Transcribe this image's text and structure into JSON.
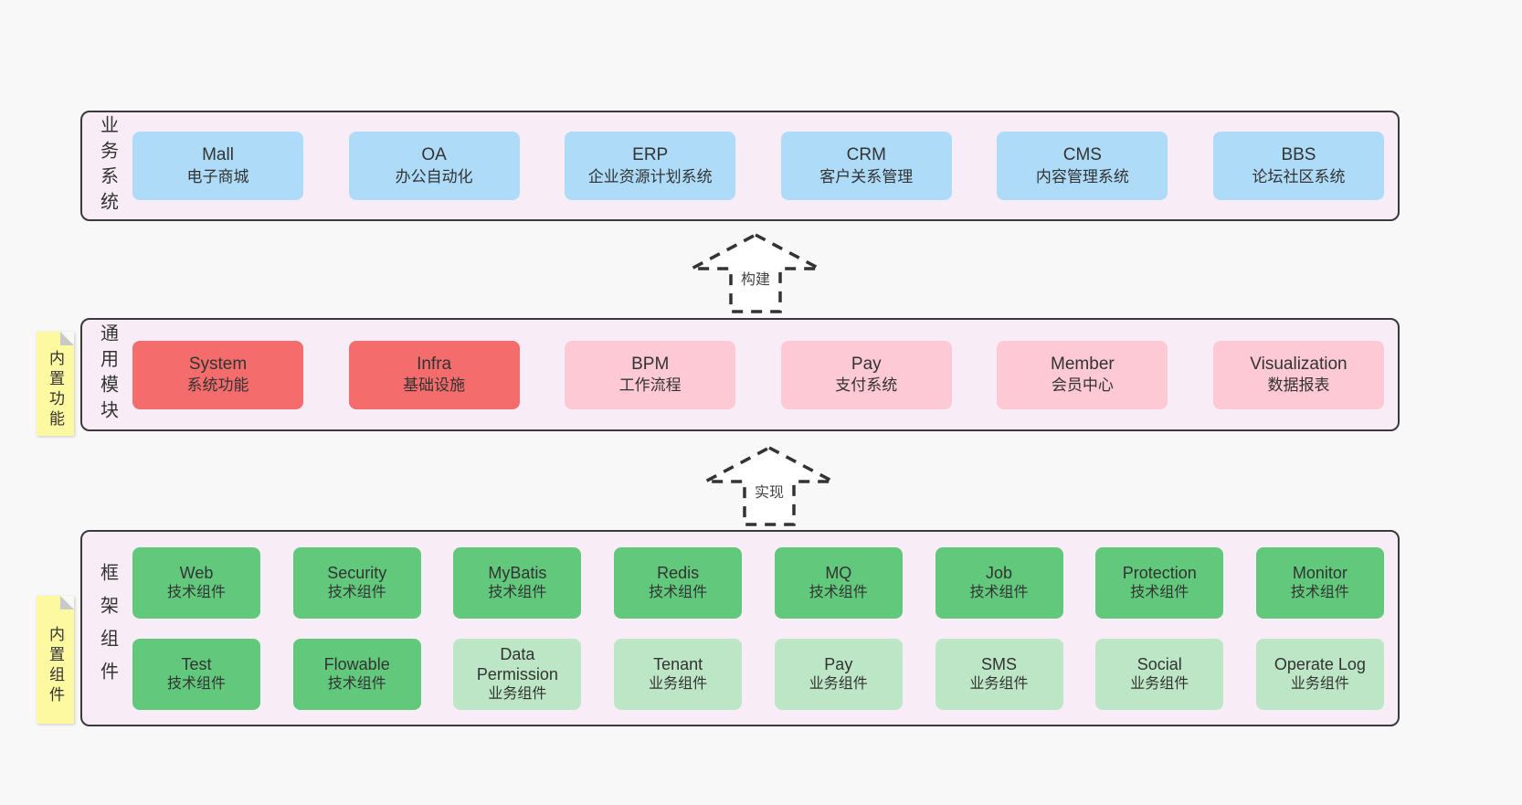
{
  "colors": {
    "page_background": "#f8f8f8",
    "panel_background": "#f8edf6",
    "panel_border": "#3a3a3a",
    "box_blue": "#aedbf7",
    "box_red": "#f56c6c",
    "box_pink": "#fcc9d4",
    "box_green": "#61c87c",
    "box_light_green": "#bce6c5",
    "note_yellow": "#fcf9a0"
  },
  "arrows": [
    {
      "label": "构建"
    },
    {
      "label": "实现"
    }
  ],
  "notes": [
    {
      "label": "内置功能"
    },
    {
      "label": "内置组件"
    }
  ],
  "layers": [
    {
      "label": "业务系统",
      "boxes": [
        {
          "title": "Mall",
          "subtitle": "电子商城",
          "variant": "blue"
        },
        {
          "title": "OA",
          "subtitle": "办公自动化",
          "variant": "blue"
        },
        {
          "title": "ERP",
          "subtitle": "企业资源计划系统",
          "variant": "blue"
        },
        {
          "title": "CRM",
          "subtitle": "客户关系管理",
          "variant": "blue"
        },
        {
          "title": "CMS",
          "subtitle": "内容管理系统",
          "variant": "blue"
        },
        {
          "title": "BBS",
          "subtitle": "论坛社区系统",
          "variant": "blue"
        }
      ]
    },
    {
      "label": "通用模块",
      "boxes": [
        {
          "title": "System",
          "subtitle": "系统功能",
          "variant": "red"
        },
        {
          "title": "Infra",
          "subtitle": "基础设施",
          "variant": "red"
        },
        {
          "title": "BPM",
          "subtitle": "工作流程",
          "variant": "pink"
        },
        {
          "title": "Pay",
          "subtitle": "支付系统",
          "variant": "pink"
        },
        {
          "title": "Member",
          "subtitle": "会员中心",
          "variant": "pink"
        },
        {
          "title": "Visualization",
          "subtitle": "数据报表",
          "variant": "pink"
        }
      ]
    },
    {
      "label": "框架组件",
      "boxes": [
        {
          "title": "Web",
          "subtitle": "技术组件",
          "variant": "green"
        },
        {
          "title": "Security",
          "subtitle": "技术组件",
          "variant": "green"
        },
        {
          "title": "MyBatis",
          "subtitle": "技术组件",
          "variant": "green"
        },
        {
          "title": "Redis",
          "subtitle": "技术组件",
          "variant": "green"
        },
        {
          "title": "MQ",
          "subtitle": "技术组件",
          "variant": "green"
        },
        {
          "title": "Job",
          "subtitle": "技术组件",
          "variant": "green"
        },
        {
          "title": "Protection",
          "subtitle": "技术组件",
          "variant": "green"
        },
        {
          "title": "Monitor",
          "subtitle": "技术组件",
          "variant": "green"
        },
        {
          "title": "Test",
          "subtitle": "技术组件",
          "variant": "green"
        },
        {
          "title": "Flowable",
          "subtitle": "技术组件",
          "variant": "green"
        },
        {
          "title": "Data Permission",
          "subtitle": "业务组件",
          "variant": "lightgreen"
        },
        {
          "title": "Tenant",
          "subtitle": "业务组件",
          "variant": "lightgreen"
        },
        {
          "title": "Pay",
          "subtitle": "业务组件",
          "variant": "lightgreen"
        },
        {
          "title": "SMS",
          "subtitle": "业务组件",
          "variant": "lightgreen"
        },
        {
          "title": "Social",
          "subtitle": "业务组件",
          "variant": "lightgreen"
        },
        {
          "title": "Operate Log",
          "subtitle": "业务组件",
          "variant": "lightgreen"
        }
      ]
    }
  ]
}
